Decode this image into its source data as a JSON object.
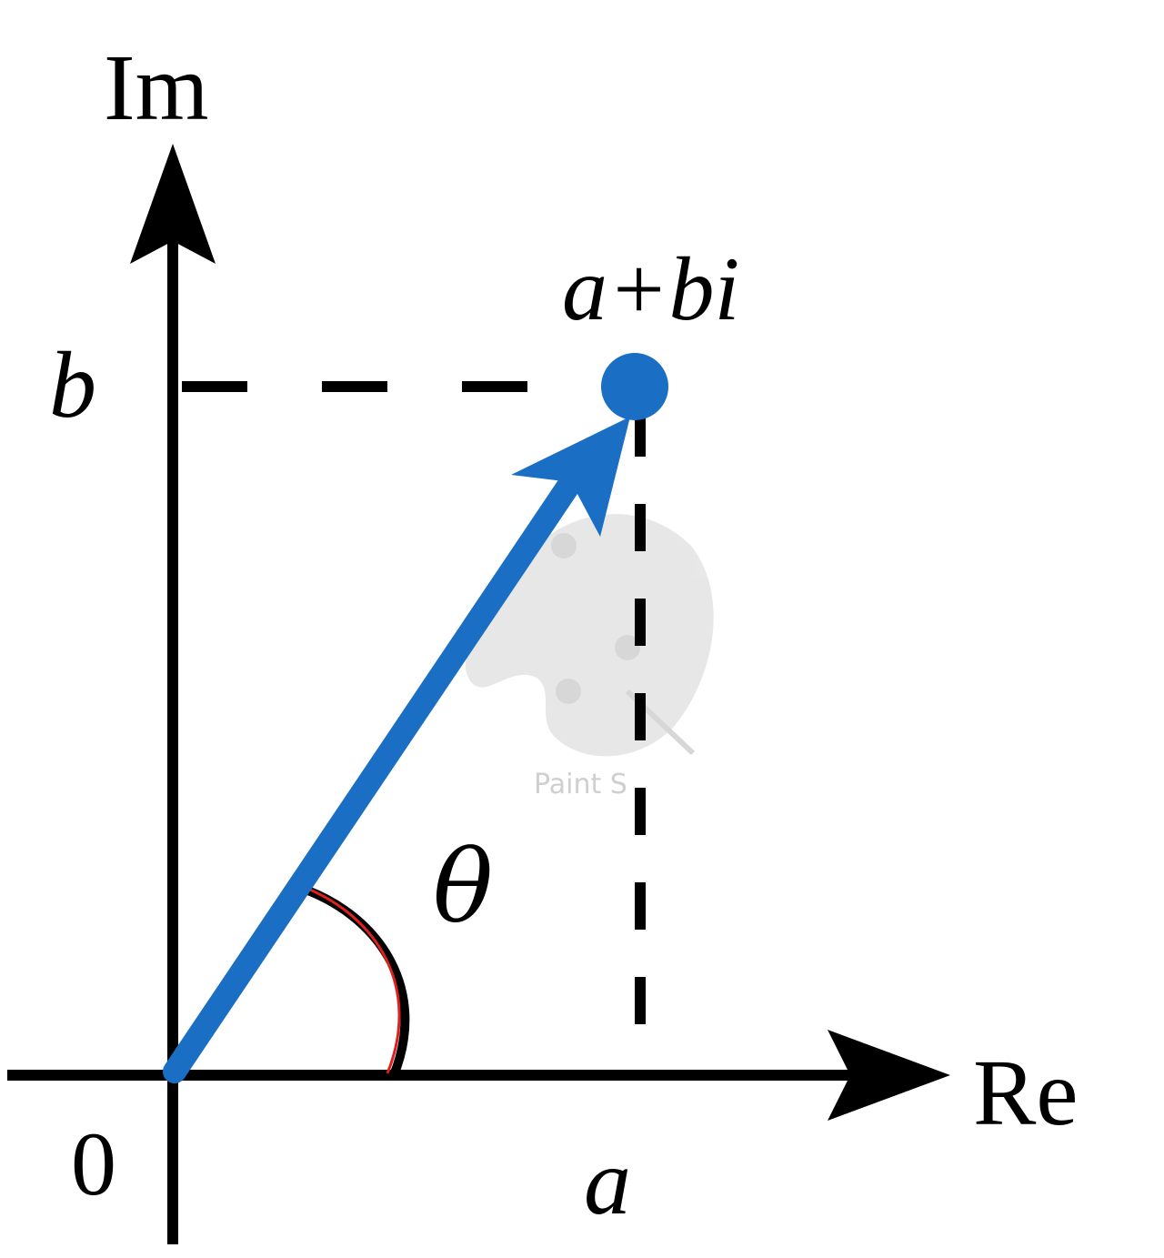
{
  "axes": {
    "imaginary_label": "Im",
    "real_label": "Re",
    "origin_label": "0"
  },
  "point": {
    "label": "a+bi",
    "real_label": "a",
    "imag_label": "b"
  },
  "angle": {
    "label": "θ"
  },
  "watermark": {
    "text": "Paint S"
  },
  "colors": {
    "vector": "#1a6fc4",
    "axes": "#000000",
    "angle_arc": "#e0201e"
  }
}
